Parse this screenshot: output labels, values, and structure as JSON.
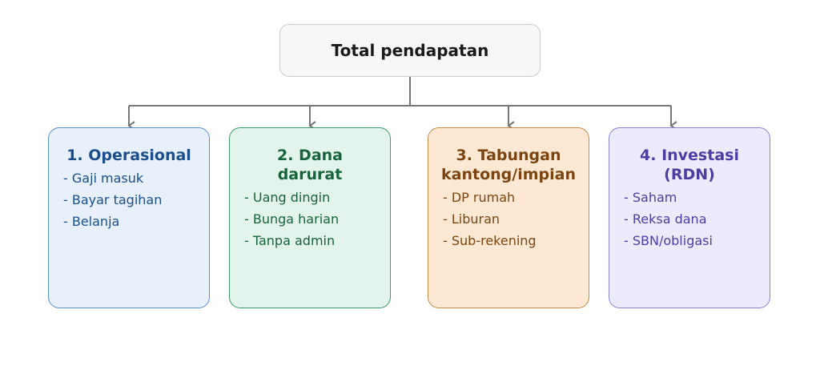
{
  "root": {
    "title": "Total pendapatan"
  },
  "categories": [
    {
      "title_lines": [
        "1. Operasional"
      ],
      "items": [
        "- Gaji masuk",
        "- Bayar tagihan",
        "- Belanja"
      ]
    },
    {
      "title_lines": [
        "2. Dana",
        "darurat"
      ],
      "items": [
        "- Uang dingin",
        "- Bunga harian",
        "- Tanpa admin"
      ]
    },
    {
      "title_lines": [
        "3. Tabungan",
        "kantong/impian"
      ],
      "items": [
        "- DP rumah",
        "- Liburan",
        "- Sub-rekening"
      ]
    },
    {
      "title_lines": [
        "4. Investasi",
        "(RDN)"
      ],
      "items": [
        "- Saham",
        "- Reksa dana",
        "- SBN/obligasi"
      ]
    }
  ],
  "colors": {
    "connector": "#777777",
    "operasional": "#5b8fd0",
    "dana_darurat": "#3f9a6c",
    "tabungan": "#c78a4a",
    "investasi": "#8a84d8"
  }
}
